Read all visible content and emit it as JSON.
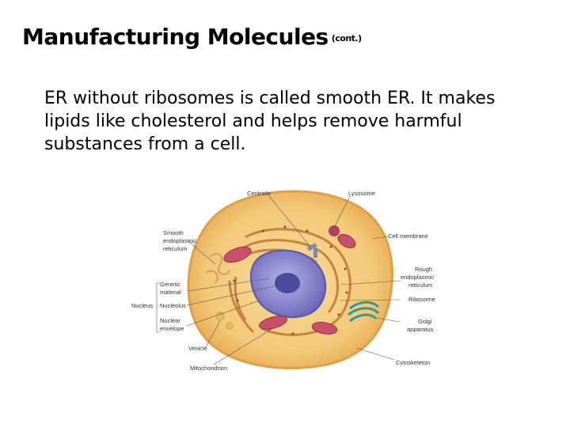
{
  "slide": {
    "title": "Manufacturing Molecules",
    "title_suffix": "(cont.)",
    "body": "ER without ribosomes is called smooth ER. It makes lipids like cholesterol and helps remove harmful substances from a cell."
  },
  "figure": {
    "labels": {
      "centriole": "Centriole",
      "lysosome": "Lysosome",
      "smooth_er_1": "Smooth",
      "smooth_er_2": "endoplasmic",
      "smooth_er_3": "reticulum",
      "cell_membrane": "Cell membrane",
      "genetic_material_1": "Genetic",
      "genetic_material_2": "material",
      "nucleus": "Nucleus",
      "nucleolus": "Nucleolus",
      "nuclear_envelope_1": "Nuclear",
      "nuclear_envelope_2": "envelope",
      "vesicle": "Vesicle",
      "mitochondrion": "Mitochondrion",
      "rough_er_1": "Rough",
      "rough_er_2": "endoplasmic",
      "rough_er_3": "reticulum",
      "ribosome": "Ribosome",
      "golgi_1": "Golgi",
      "golgi_2": "apparatus",
      "cytoskeleton": "Cytoskeleton"
    },
    "colors": {
      "cytoplasm": "#f3c878",
      "membrane": "#e9a94c",
      "nucleus": "#7a78c8",
      "nucleolus": "#4c4a9e",
      "rough_er": "#c88a4a",
      "mitochondria": "#c8506a",
      "golgi": "#2f9a95"
    }
  }
}
